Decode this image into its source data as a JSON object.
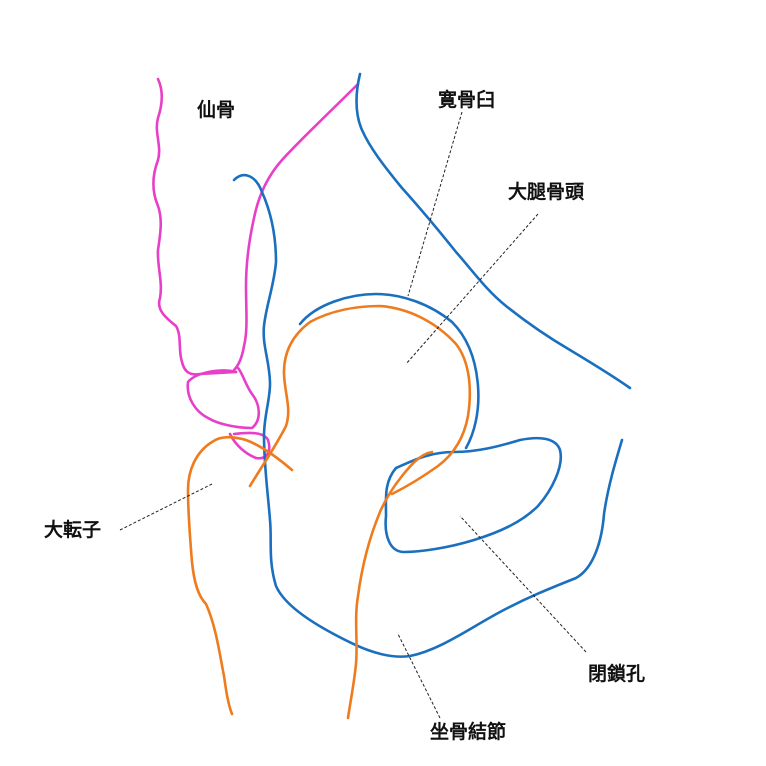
{
  "colors": {
    "sacrum": "#e83fc8",
    "pelvis": "#1a6fbf",
    "femur": "#ee7b1e",
    "label": "#111111"
  },
  "labels": {
    "sacrum": "仙骨",
    "acetabulum": "寛骨臼",
    "femoral_head": "大腿骨頭",
    "greater_trochanter": "大転子",
    "obturator_foramen": "閉鎖孔",
    "ischial_tuberosity": "坐骨結節"
  }
}
